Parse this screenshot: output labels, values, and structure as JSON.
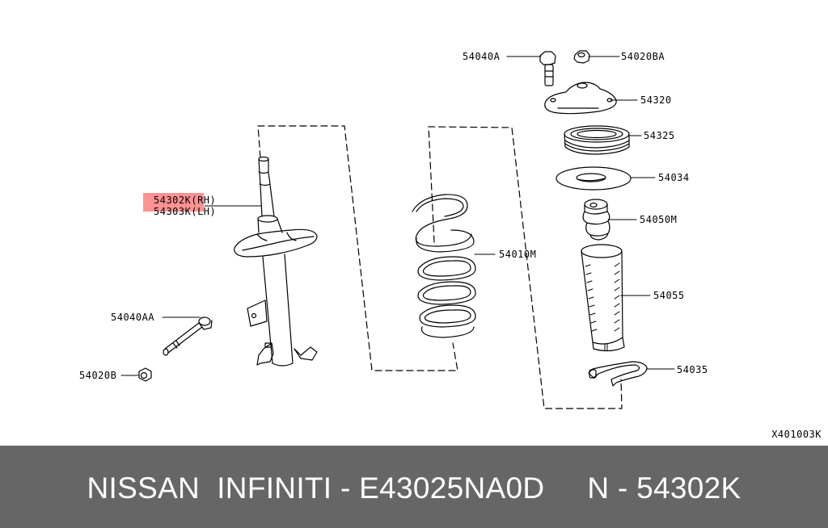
{
  "diagram": {
    "reference_code": "X401003K",
    "highlight_color": "#ff7f7f",
    "callouts": [
      {
        "id": "54302K",
        "label": "54302K(RH)",
        "highlighted": true
      },
      {
        "id": "54303K",
        "label": "54303K(LH)",
        "highlighted": false
      },
      {
        "id": "54040AA",
        "label": "54040AA",
        "highlighted": false
      },
      {
        "id": "54020B",
        "label": "54020B",
        "highlighted": false
      },
      {
        "id": "54010M",
        "label": "54010M",
        "highlighted": false
      },
      {
        "id": "54040A",
        "label": "54040A",
        "highlighted": false
      },
      {
        "id": "54020BA",
        "label": "54020BA",
        "highlighted": false
      },
      {
        "id": "54320",
        "label": "54320",
        "highlighted": false
      },
      {
        "id": "54325",
        "label": "54325",
        "highlighted": false
      },
      {
        "id": "54034",
        "label": "54034",
        "highlighted": false
      },
      {
        "id": "54050M",
        "label": "54050M",
        "highlighted": false
      },
      {
        "id": "54055",
        "label": "54055",
        "highlighted": false
      },
      {
        "id": "54035",
        "label": "54035",
        "highlighted": false
      }
    ],
    "parts": [
      {
        "name": "strut-assembly",
        "part_numbers": [
          "54302K",
          "54303K"
        ]
      },
      {
        "name": "strut-bolt",
        "part_numbers": [
          "54040AA"
        ]
      },
      {
        "name": "strut-nut",
        "part_numbers": [
          "54020B"
        ]
      },
      {
        "name": "coil-spring",
        "part_numbers": [
          "54010M"
        ]
      },
      {
        "name": "mount-bolt",
        "part_numbers": [
          "54040A"
        ]
      },
      {
        "name": "mount-nut",
        "part_numbers": [
          "54020BA"
        ]
      },
      {
        "name": "strut-mount",
        "part_numbers": [
          "54320"
        ]
      },
      {
        "name": "mount-bearing",
        "part_numbers": [
          "54325"
        ]
      },
      {
        "name": "spring-seat",
        "part_numbers": [
          "54034"
        ]
      },
      {
        "name": "bump-stop",
        "part_numbers": [
          "54050M"
        ]
      },
      {
        "name": "dust-boot",
        "part_numbers": [
          "54055"
        ]
      },
      {
        "name": "spring-insulator",
        "part_numbers": [
          "54035"
        ]
      }
    ]
  },
  "banner": {
    "text": "NISSAN  INFINITI - E43025NA0D     N - 54302K",
    "brand": "NISSAN  INFINITI",
    "oem_number": "E43025NA0D",
    "part_number": "N - 54302K",
    "background": "#666666",
    "text_color": "#ffffff"
  }
}
